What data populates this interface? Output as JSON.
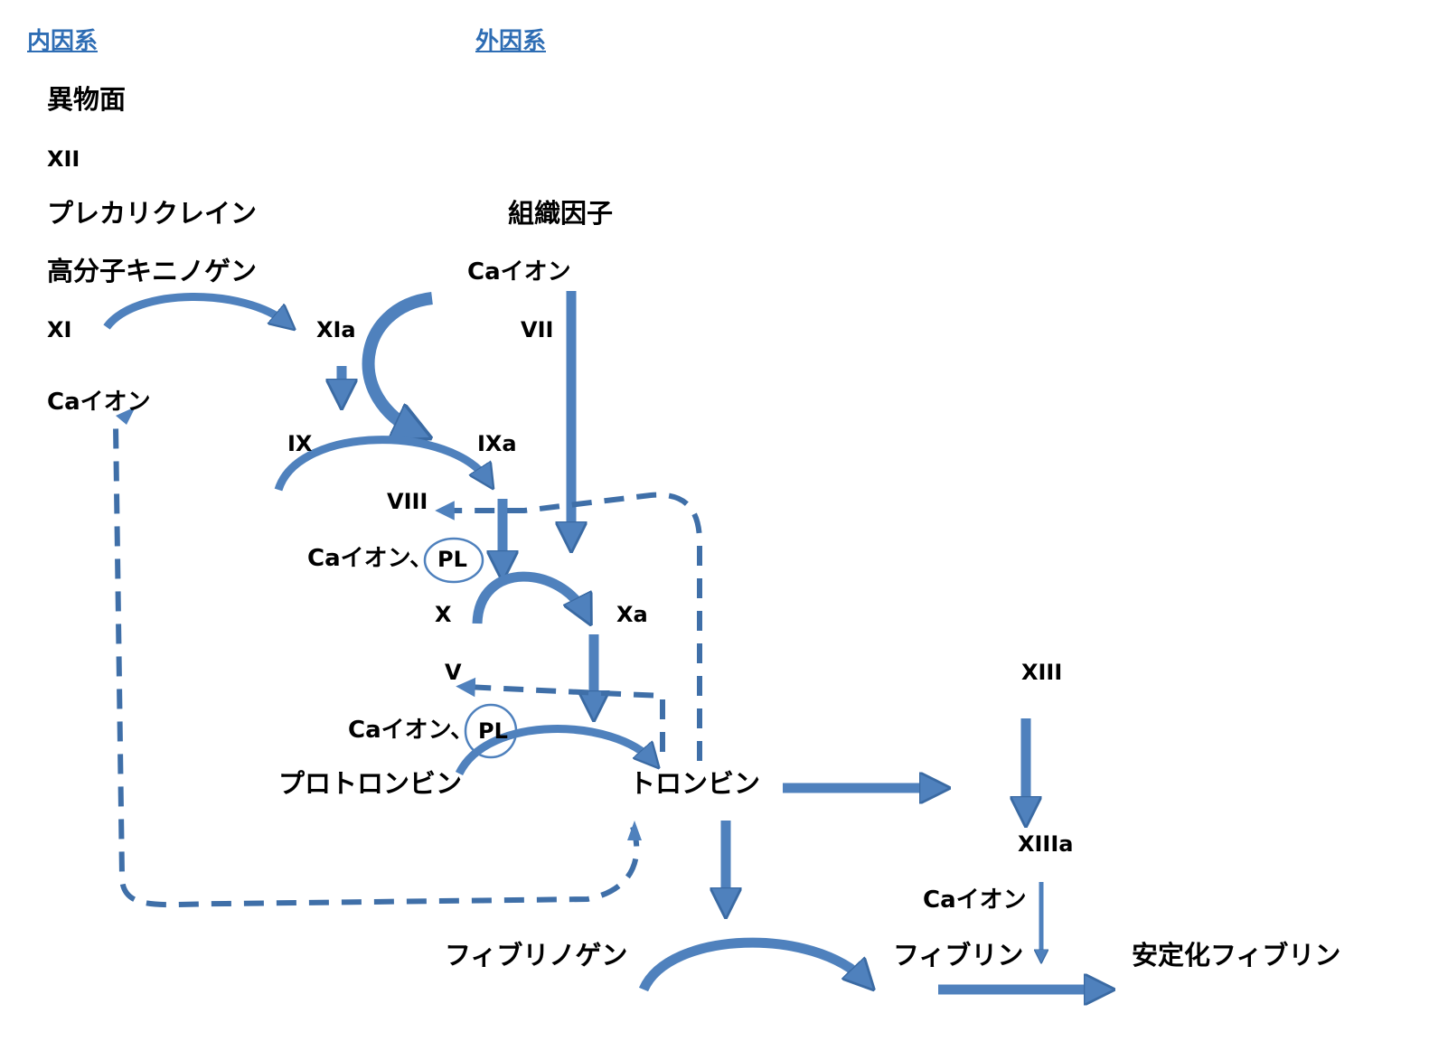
{
  "headers": {
    "intrinsic": "内因系",
    "extrinsic": "外因系"
  },
  "intrinsic": {
    "foreign_surface": "異物面",
    "factor_xii": "XII",
    "prekallikrein": "プレカリクレイン",
    "hmw_kininogen": "高分子キニノゲン",
    "factor_xi": "XI",
    "factor_xia": "XIa",
    "ca_ion": "Caイオン",
    "factor_ix": "IX",
    "factor_ixa": "IXa",
    "factor_viii": "VIII",
    "ca_ion_pl_1": "Caイオン、",
    "pl_1": "PL"
  },
  "extrinsic": {
    "tissue_factor": "組織因子",
    "ca_ion": "Caイオン",
    "factor_vii": "VII"
  },
  "common": {
    "factor_x": "X",
    "factor_xa": "Xa",
    "factor_v": "V",
    "ca_ion_pl_2": "Caイオン、",
    "pl_2": "PL",
    "prothrombin": "プロトロンビン",
    "thrombin": "トロンビン",
    "factor_xiii": "XIII",
    "factor_xiiia": "XIIIa",
    "ca_ion": "Caイオン",
    "fibrinogen": "フィブリノゲン",
    "fibrin": "フィブリン",
    "stable_fibrin": "安定化フィブリン"
  },
  "colors": {
    "arrow_fill": "#4f81bd",
    "arrow_stroke": "#3a6aa3",
    "dashed": "#3f6fa8",
    "header": "#2e6db4",
    "text": "#000000"
  }
}
